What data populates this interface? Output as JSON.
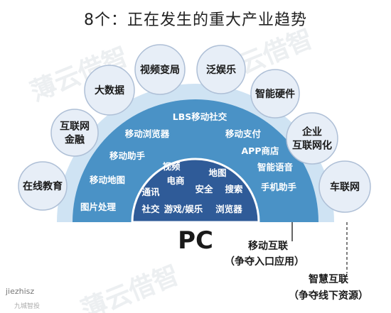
{
  "title": "8个：正在发生的重大产业趋势",
  "watermark": "薄云借智",
  "outer_ring": {
    "color": "#cfe3f3",
    "nodes": [
      {
        "id": "online-education",
        "lines": [
          "在线教育"
        ]
      },
      {
        "id": "internet-finance",
        "lines": [
          "互联网",
          "金融"
        ]
      },
      {
        "id": "big-data",
        "lines": [
          "大数据"
        ]
      },
      {
        "id": "video-change",
        "lines": [
          "视频变局"
        ]
      },
      {
        "id": "pan-entertainment",
        "lines": [
          "泛娱乐"
        ]
      },
      {
        "id": "smart-hardware",
        "lines": [
          "智能硬件"
        ]
      },
      {
        "id": "enterprise-internet",
        "lines": [
          "企业",
          "互联网化"
        ]
      },
      {
        "id": "car-network",
        "lines": [
          "车联网"
        ]
      }
    ]
  },
  "mobile_ring": {
    "color": "#4a92c6",
    "items": [
      "LBS移动社交",
      "移动浏览器",
      "移动支付",
      "APP商店",
      "移动助手",
      "智能语音",
      "移动地图",
      "手机助手",
      "图片处理"
    ]
  },
  "pc_core": {
    "color": "#2f5b98",
    "items": [
      "视频",
      "地图",
      "电商",
      "通讯",
      "安全",
      "搜索",
      "社交",
      "游戏/娱乐",
      "浏览器"
    ]
  },
  "pc_label": "PC",
  "legend": {
    "mobile": {
      "lines": [
        "移动互联",
        "（争夺入口应用）"
      ]
    },
    "smart": {
      "lines": [
        "智慧互联",
        "（争夺线下资源）"
      ]
    }
  },
  "brand": {
    "logo_text": "jiezhisz",
    "sub_text": "九城智投"
  }
}
